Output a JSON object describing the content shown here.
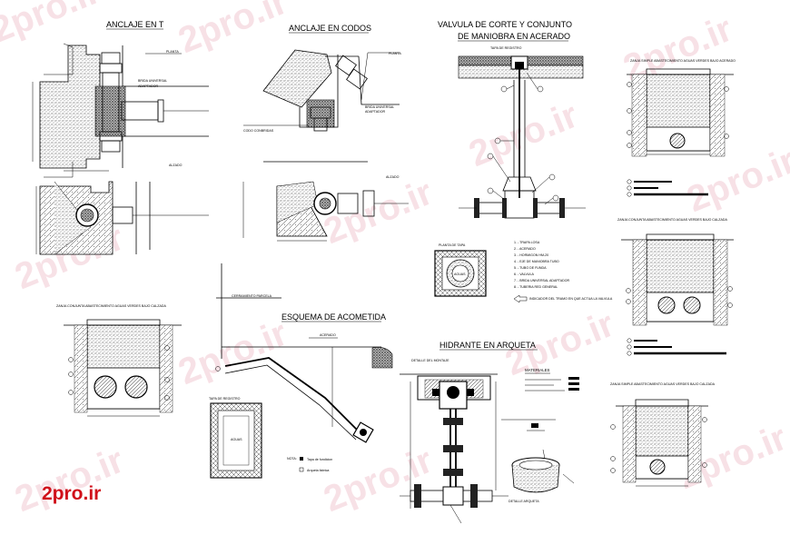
{
  "watermark_text": "2pro.ir",
  "logo_text": "2pro.ir",
  "colors": {
    "watermark": "#f2c9d3",
    "logo": "#d0101a",
    "ink": "#000000"
  },
  "titles": {
    "anclaje_te": "ANCLAJE EN T",
    "anclaje_codos": "ANCLAJE EN CODOS",
    "valvula_line1": "VALVULA DE CORTE Y CONJUNTO",
    "valvula_line2": "DE MANIOBRA EN ACERADO",
    "esquema": "ESQUEMA DE ACOMETIDA",
    "hidrante": "HIDRANTE EN ARQUETA"
  },
  "labels": {
    "planta": "PLANTA",
    "alzado": "ALZADO",
    "brida_universal": "BRIDA UNIVERSAL",
    "adaptador": "ADAPTADOR",
    "codo": "CODO CONBRIDAS",
    "planta_tapa": "PLANTA DE TAPA",
    "aguas": "AGUAS",
    "acerado": "ACERADO",
    "cerramiento": "CERRAMIENTO PARCELA",
    "detalle_montaje": "DETALLE DEL MONTAJE",
    "detalle_arqueta": "DETALLE ARQUETA",
    "materiales": "MATERIALES",
    "zanja_simple_acerado": "ZANJA SIMPLE ABASTECIMIENTO AGUAS VERDES BAJO ACERADO",
    "zanja_conjunta": "ZANJA CONJUNTA ABASTECIMIENTO AGUAS VERDES BAJO CALZADA",
    "zanja_simple_calzada": "ZANJA SIMPLE ABASTECIMIENTO AGUAS VERDES BAJO CALZADA",
    "tapa_registro": "TAPA DE REGISTRO",
    "nota": "NOTA:",
    "nota_1": "Tapa de fundicion",
    "nota_2": "Arqueta fabrica"
  },
  "legend_valvula": [
    "1. - TRAPA LOSA",
    "2. - ACERADO",
    "3. - HORMIGON HM-20",
    "4. - EJE DE MANIOBRA TUBO",
    "5. - TUBO DE FUNDA",
    "6. - VALVULA",
    "7. - BRIDA UNIVERSAL ADAPTADOR",
    "8. - TUBERIA RED GENERAL"
  ],
  "legend_note": "INDICADOR DEL TRAMO EN QUE ACTUA LA VALVULA"
}
